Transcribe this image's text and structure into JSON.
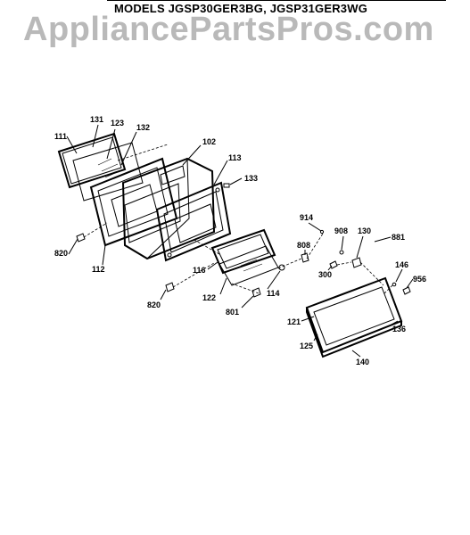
{
  "header": {
    "title": "MODELS JGSP30GER3BG, JGSP31GER3WG",
    "watermark": "AppliancePartsPros.com"
  },
  "callouts": [
    "131",
    "123",
    "132",
    "111",
    "102",
    "113",
    "133",
    "820",
    "112",
    "914",
    "908",
    "130",
    "881",
    "808",
    "300",
    "146",
    "956",
    "116",
    "122",
    "114",
    "801",
    "820",
    "121",
    "136",
    "125",
    "140"
  ]
}
